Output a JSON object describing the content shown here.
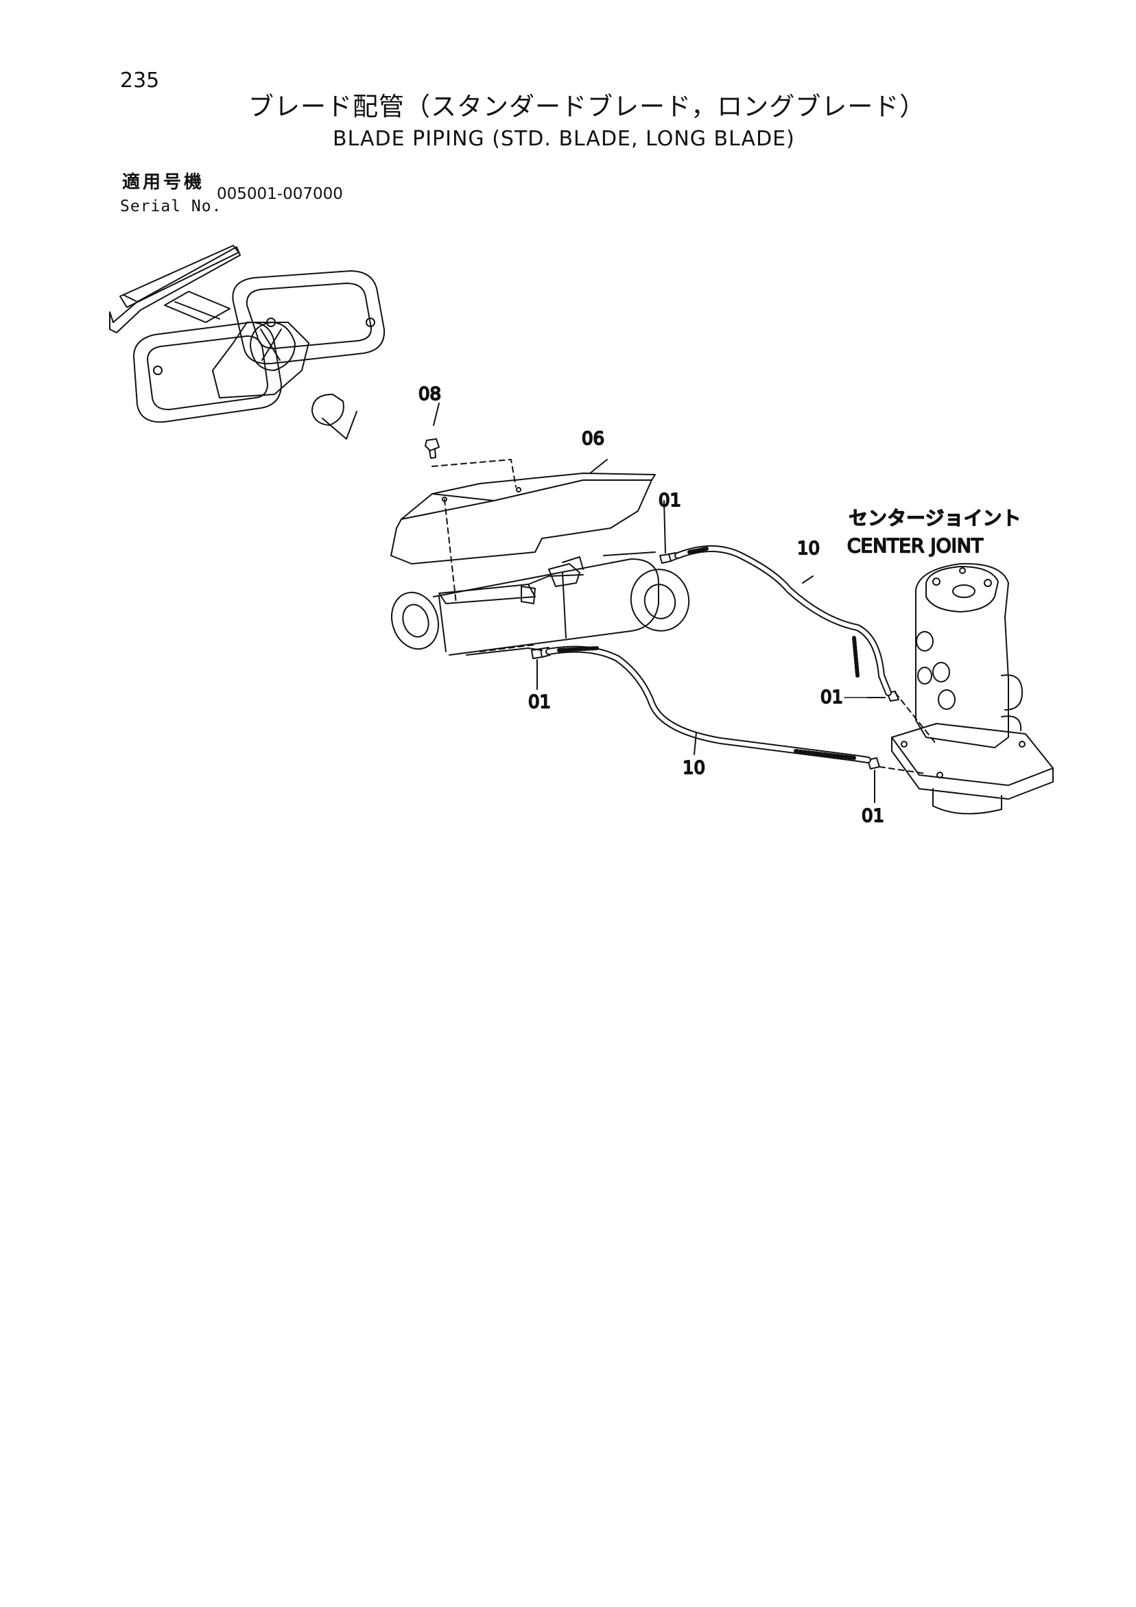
{
  "header": {
    "page_number": "235",
    "title_ja": "ブレード配管（スタンダードブレード，ロングブレード）",
    "title_en": "BLADE PIPING (STD. BLADE, LONG BLADE)"
  },
  "serial": {
    "label_ja": "適用号機",
    "label_en": "Serial No.",
    "range": "005001-007000"
  },
  "callouts": {
    "part_08": "08",
    "part_06": "06",
    "part_01_top": "01",
    "part_01_left": "01",
    "part_01_right": "01",
    "part_01_bottom": "01",
    "part_10_top": "10",
    "part_10_bottom": "10"
  },
  "component_labels": {
    "center_joint_ja": "センタージョイント",
    "center_joint_en": "CENTER JOINT"
  }
}
